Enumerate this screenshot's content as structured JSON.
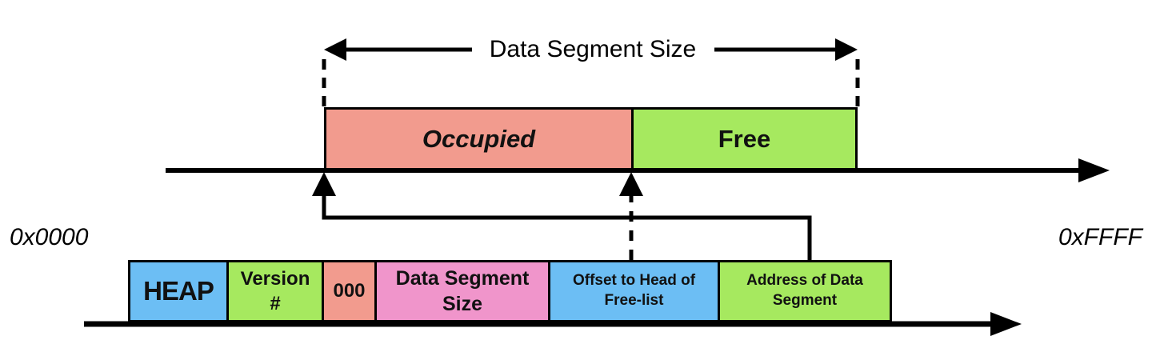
{
  "diagram": {
    "title_arrow_label": "Data Segment Size",
    "address_space": {
      "start": "0x0000",
      "end": "0xFFFF"
    },
    "segment_bar": {
      "occupied_label": "Occupied",
      "free_label": "Free"
    },
    "heap_header_fields": [
      {
        "label": "HEAP",
        "color": "#6CBEF4"
      },
      {
        "label": "Version #",
        "color": "#A6E95F"
      },
      {
        "label": "000",
        "color": "#F29B8E"
      },
      {
        "label": "Data Segment Size",
        "color": "#F095CB"
      },
      {
        "label": "Offset to Head of Free-list",
        "color": "#6CBEF4"
      },
      {
        "label": "Address of Data Segment",
        "color": "#A6E95F"
      }
    ],
    "colors": {
      "occupied": "#F29B8E",
      "free": "#A6E95F",
      "line": "#000000",
      "background": "#FFFFFF"
    }
  }
}
